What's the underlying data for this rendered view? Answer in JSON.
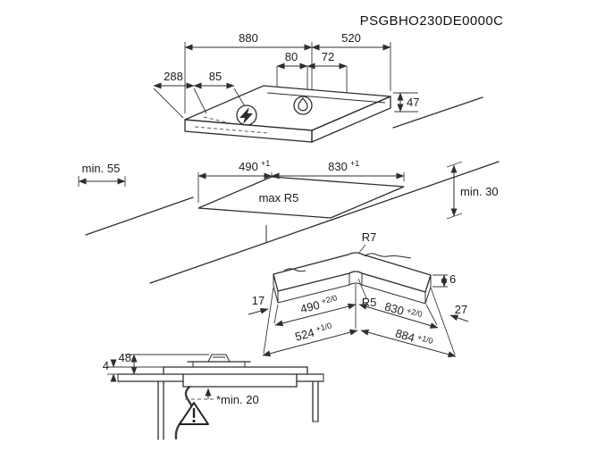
{
  "title_code": "PSGBHO230DE0000C",
  "hob": {
    "width": "880",
    "depth": "520",
    "burner_offset_a": "80",
    "burner_offset_b": "72",
    "connection_offset_a": "288",
    "connection_offset_b": "85",
    "height": "47"
  },
  "cutout": {
    "clearance_left": "min. 55",
    "clearance_right": "min. 30",
    "depth": "490",
    "depth_tol": "+1",
    "width": "830",
    "width_tol": "+1",
    "corner_radius": "max R5"
  },
  "corner_detail": {
    "radius_top": "R7",
    "radius_inner": "R5",
    "thickness": "6",
    "offset_left": "17",
    "offset_right": "27",
    "cut_depth": "490",
    "cut_depth_tol": "+2/0",
    "cut_width": "830",
    "cut_width_tol": "+2/0",
    "outer_depth": "524",
    "outer_depth_tol": "+1/0",
    "outer_width": "884",
    "outer_width_tol": "+1/0"
  },
  "section_view": {
    "glass_height": "4",
    "burner_height": "48",
    "min_clearance": "*min. 20"
  }
}
